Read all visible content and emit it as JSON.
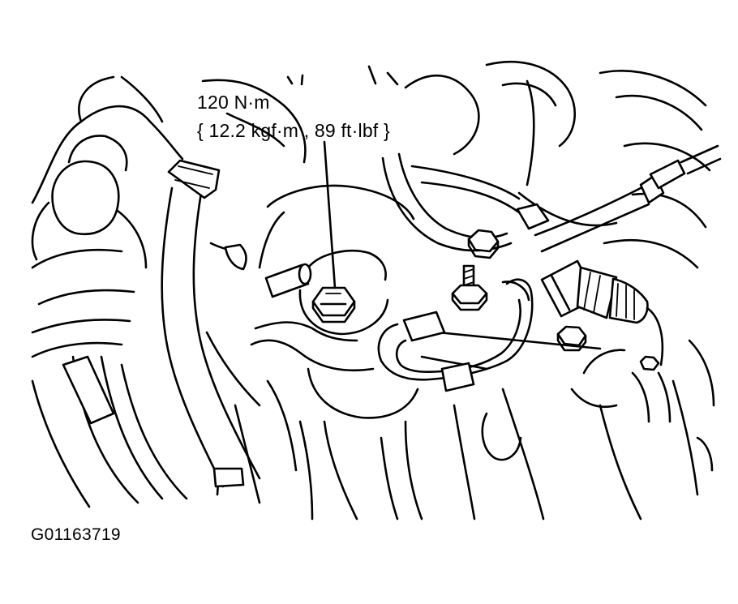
{
  "callout": {
    "torque_nm": "120 N·m",
    "torque_alt": "{ 12.2 kgf·m , 89 ft·lbf }"
  },
  "figure_code": "G01163719",
  "colors": {
    "line": "#000000",
    "background": "#ffffff"
  }
}
